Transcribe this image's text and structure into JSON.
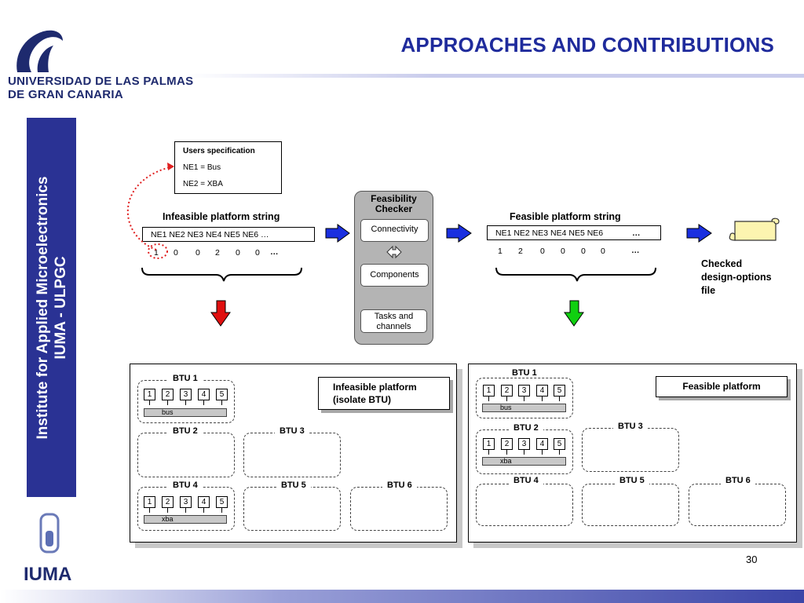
{
  "header": {
    "title": "APPROACHES AND CONTRIBUTIONS",
    "university_line1": "UNIVERSIDAD DE LAS PALMAS",
    "university_line2": "DE GRAN CANARIA",
    "page_number": "30"
  },
  "sidebar": {
    "line1": "Institute for Applied Microelectronics",
    "line2": "IUMA - ULPGC"
  },
  "footer_logo": {
    "text": "IUMA"
  },
  "users_spec": {
    "title": "Users specification",
    "lines": [
      "NE1 = Bus",
      "NE2 = XBA"
    ]
  },
  "infeasible_string": {
    "label": "Infeasible platform string",
    "header": "NE1 NE2 NE3 NE4 NE5 NE6 …",
    "values": [
      "1",
      "0",
      "0",
      "2",
      "0",
      "0",
      "…"
    ]
  },
  "feasible_string": {
    "label": "Feasible platform string",
    "header": "NE1 NE2 NE3 NE4 NE5 NE6",
    "ellipsis": "…",
    "values": [
      "1",
      "2",
      "0",
      "0",
      "0",
      "0",
      "…"
    ]
  },
  "checker": {
    "title_line1": "Feasibility",
    "title_line2": "Checker",
    "items": [
      "Connectivity",
      "Components",
      "Tasks and channels"
    ]
  },
  "output_file": {
    "lines": [
      "Checked",
      "design-options",
      "file"
    ],
    "icon": "scroll-icon"
  },
  "left_panel": {
    "callout_line1": "Infeasible platform",
    "callout_line2": "(isolate BTU)",
    "btus": [
      "BTU 1",
      "BTU 2",
      "BTU 3",
      "BTU 4",
      "BTU 5",
      "BTU 6"
    ],
    "btu1_modules": [
      "1",
      "2",
      "3",
      "4",
      "5"
    ],
    "btu1_bus": "bus",
    "btu4_modules": [
      "1",
      "2",
      "3",
      "4",
      "5"
    ],
    "btu4_bus": "xba"
  },
  "right_panel": {
    "callout": "Feasible platform",
    "btus": [
      "BTU 1",
      "BTU 2",
      "BTU 3",
      "BTU 4",
      "BTU 5",
      "BTU 6"
    ],
    "btu1_modules": [
      "1",
      "2",
      "3",
      "4",
      "5"
    ],
    "btu1_bus": "bus",
    "btu2_modules": [
      "1",
      "2",
      "3",
      "4",
      "5"
    ],
    "btu2_bus": "xba"
  },
  "colors": {
    "title": "#1f2b9c",
    "sidebar": "#2a3294",
    "arrow_blue": "#1a2fe0",
    "arrow_red": "#e01010",
    "arrow_green": "#10d010",
    "dotted_red": "#e02020"
  }
}
